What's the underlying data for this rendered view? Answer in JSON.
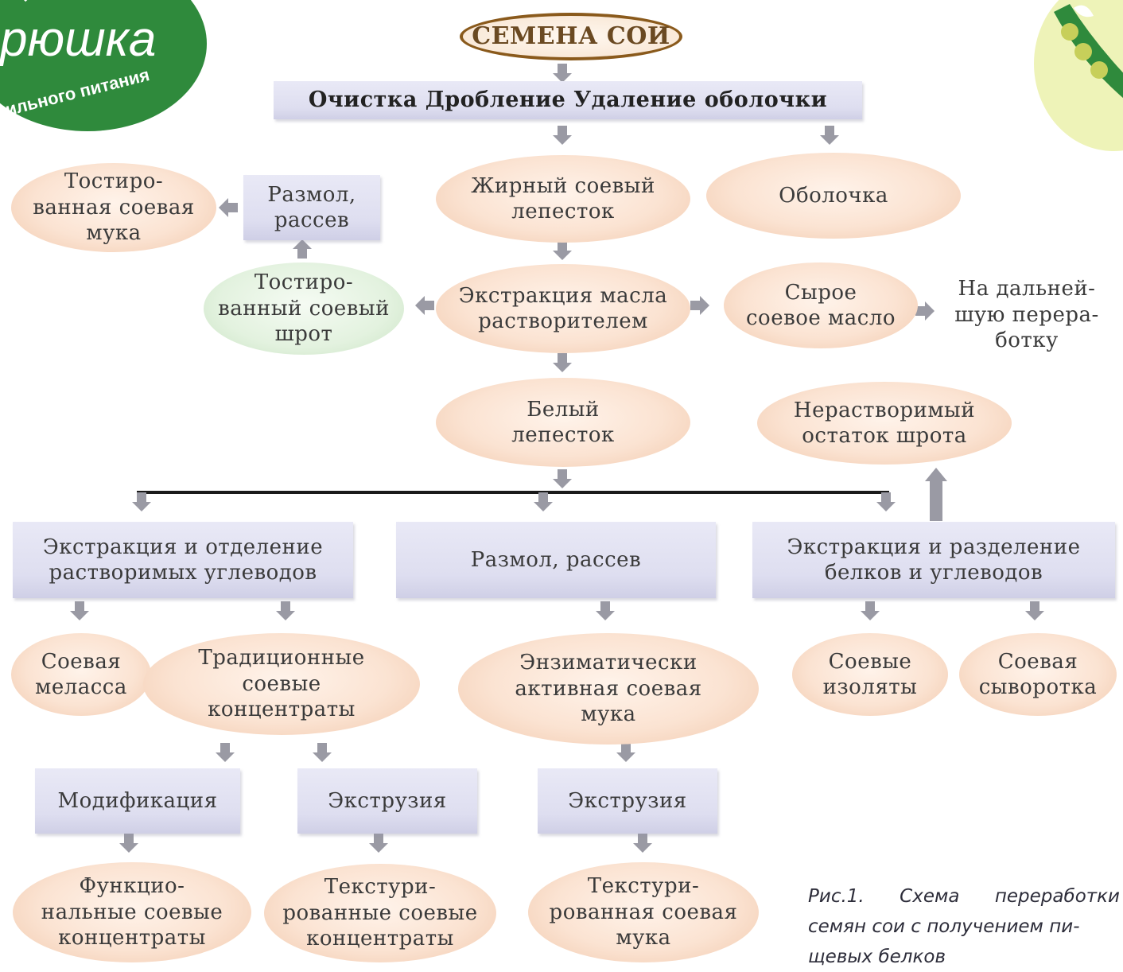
{
  "logo": {
    "brand_text": "рюшка",
    "tagline": "вильного питания",
    "color": "#2f8a3c"
  },
  "diagram": {
    "title": "СЕМЕНА СОИ",
    "nodes": {
      "cleaning": "Очистка Дробление Удаление оболочки",
      "fat_flake": "Жирный соевый\nлепесток",
      "hull": "Оболочка",
      "toasted_flour": "Тостиро-\nванная соевая\nмука",
      "grind_sieve_1": "Размол,\nрассев",
      "toasted_meal": "Тостиро-\nванный соевый\nшрот",
      "oil_extraction": "Экстракция масла\nрастворителем",
      "crude_oil": "Сырое\nсоевое масло",
      "further_processing": "На дальней-\nшую перера-\nботку",
      "white_flake": "Белый\nлепесток",
      "insoluble_residue": "Нерастворимый\nостаток шрота",
      "carb_extraction": "Экстракция и отделение\nрастворимых углеводов",
      "grind_sieve_2": "Размол, рассев",
      "protein_extraction": "Экстракция и разделение\nбелков и углеводов",
      "molasses": "Соевая\nмеласса",
      "traditional_concentrates": "Традиционные\nсоевые\nконцентраты",
      "enzymatic_flour": "Энзиматически\nактивная соевая\nмука",
      "isolates": "Соевые\nизоляты",
      "whey": "Соевая\nсыворотка",
      "modification": "Модификация",
      "extrusion_1": "Экструзия",
      "extrusion_2": "Экструзия",
      "functional_concentrates": "Функцио-\nнальные соевые\nконцентраты",
      "textured_concentrates": "Текстури-\nрованные соевые\nконцентраты",
      "textured_flour": "Текстури-\nрованная соевая\nмука"
    },
    "caption": "Рис.1. Схема переработки семян сои с получением пи-\nщевых белков",
    "colors": {
      "ellipse_fill": "#fbe3d2",
      "green_fill": "#e3f2df",
      "rect_fill": "#dedef0",
      "arrow": "#9a9aa4",
      "title_border": "#8a5a1c"
    }
  }
}
